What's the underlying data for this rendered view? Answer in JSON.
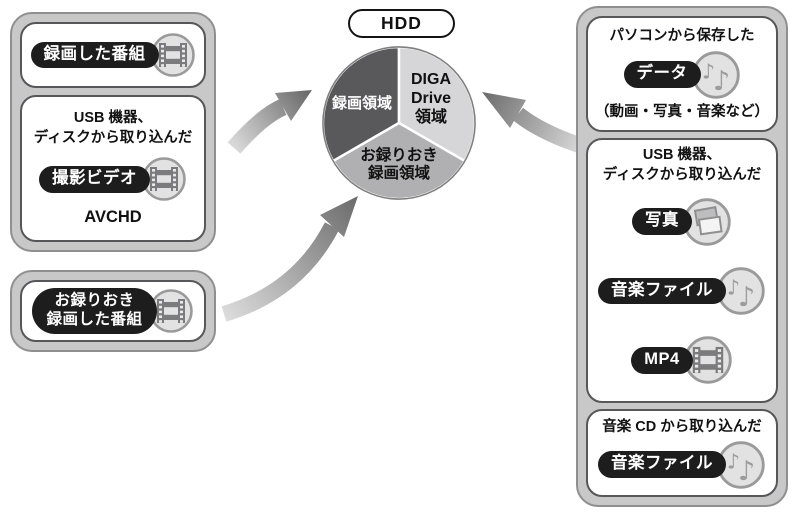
{
  "hdd": {
    "label": "HDD"
  },
  "pie": {
    "record_area": {
      "label": "録画領域",
      "color": "#59595b"
    },
    "diga_drive_area": {
      "label": "DIGA\nDrive\n領域",
      "color": "#d6d6d8"
    },
    "otorioki_area": {
      "label": "お録りおき\n録画領域",
      "color": "#b0b0b2"
    }
  },
  "left_top_group": {
    "recorded_programs": {
      "pill": "録画した番組",
      "icon": "film-icon"
    },
    "imported_video": {
      "caption": "USB 機器、\nディスクから取り込んだ",
      "pill": "撮影ビデオ",
      "icon": "film-icon",
      "format_label": "AVCHD"
    }
  },
  "left_bottom_group": {
    "otorioki_recorded": {
      "pill": "お録りおき\n録画した番組",
      "icon": "film-icon"
    }
  },
  "right_group": {
    "pc_saved": {
      "caption": "パソコンから保存した",
      "pill": "データ",
      "icon": "music-notes-icon",
      "note": "（動画・写真・音楽など）"
    },
    "usb_imported": {
      "caption": "USB 機器、\nディスクから取り込んだ",
      "photo_pill": "写真",
      "photo_icon": "photo-icon",
      "music_pill": "音楽ファイル",
      "music_icon": "music-notes-icon",
      "mp4_pill": "MP4",
      "mp4_icon": "film-icon"
    },
    "cd_imported": {
      "caption": "音楽 CD から取り込んだ",
      "pill": "音楽ファイル",
      "icon": "music-notes-icon"
    }
  },
  "colors": {
    "group_fill": "#c8c8c8",
    "group_border": "#8f8f8f",
    "card_border": "#57575a",
    "pill_background": "#1d1d1d",
    "arrow_gradient_light": "#d9d9d9",
    "arrow_gradient_dark": "#6c6c6c",
    "pie_outline": "#7f7f7f",
    "icon_circle_fill": "#e2e2e2",
    "icon_circle_ring": "#9a9a9a"
  }
}
